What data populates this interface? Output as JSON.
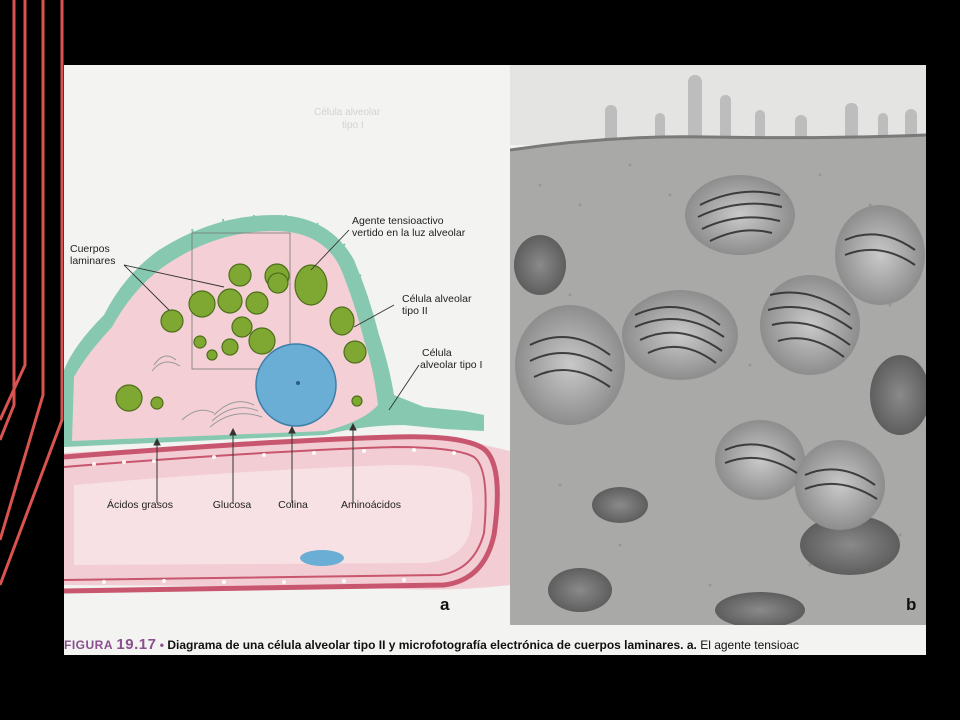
{
  "figure": {
    "panel_a": {
      "letter": "a",
      "labels": {
        "cuerpos_laminares_1": "Cuerpos",
        "cuerpos_laminares_2": "laminares",
        "agente_1": "Agente tensioactivo",
        "agente_2": "vertido en la luz alveolar",
        "celula_ii_1": "Célula alveolar",
        "celula_ii_2": "tipo II",
        "celula_i_1": "Célula",
        "celula_i_2": "alveolar tipo I",
        "acidos_grasos": "Ácidos grasos",
        "glucosa": "Glucosa",
        "colina": "Colina",
        "aminoacidos": "Aminoácidos"
      },
      "faint_label_1": "Célula alveolar",
      "faint_label_2": "tipo I"
    },
    "panel_b": {
      "letter": "b"
    },
    "caption": {
      "figura_word": "FIGURA",
      "figura_number": "19.17",
      "bullet": "•",
      "text_bold": "Diagrama de una célula alveolar tipo II y microfotografía electrónica de cuerpos laminares. a.",
      "text_normal": " El agente tensioac"
    }
  },
  "colors": {
    "background": "#000000",
    "deco_lines": "#d9534f",
    "cell_pink": "#f4d0d6",
    "membrane_green": "#86c9b0",
    "capillary_red": "#c8566e",
    "nucleus_blue": "#6aaed6",
    "lamellar_green": "#7fa832",
    "caption_accent": "#8a4f8f"
  }
}
